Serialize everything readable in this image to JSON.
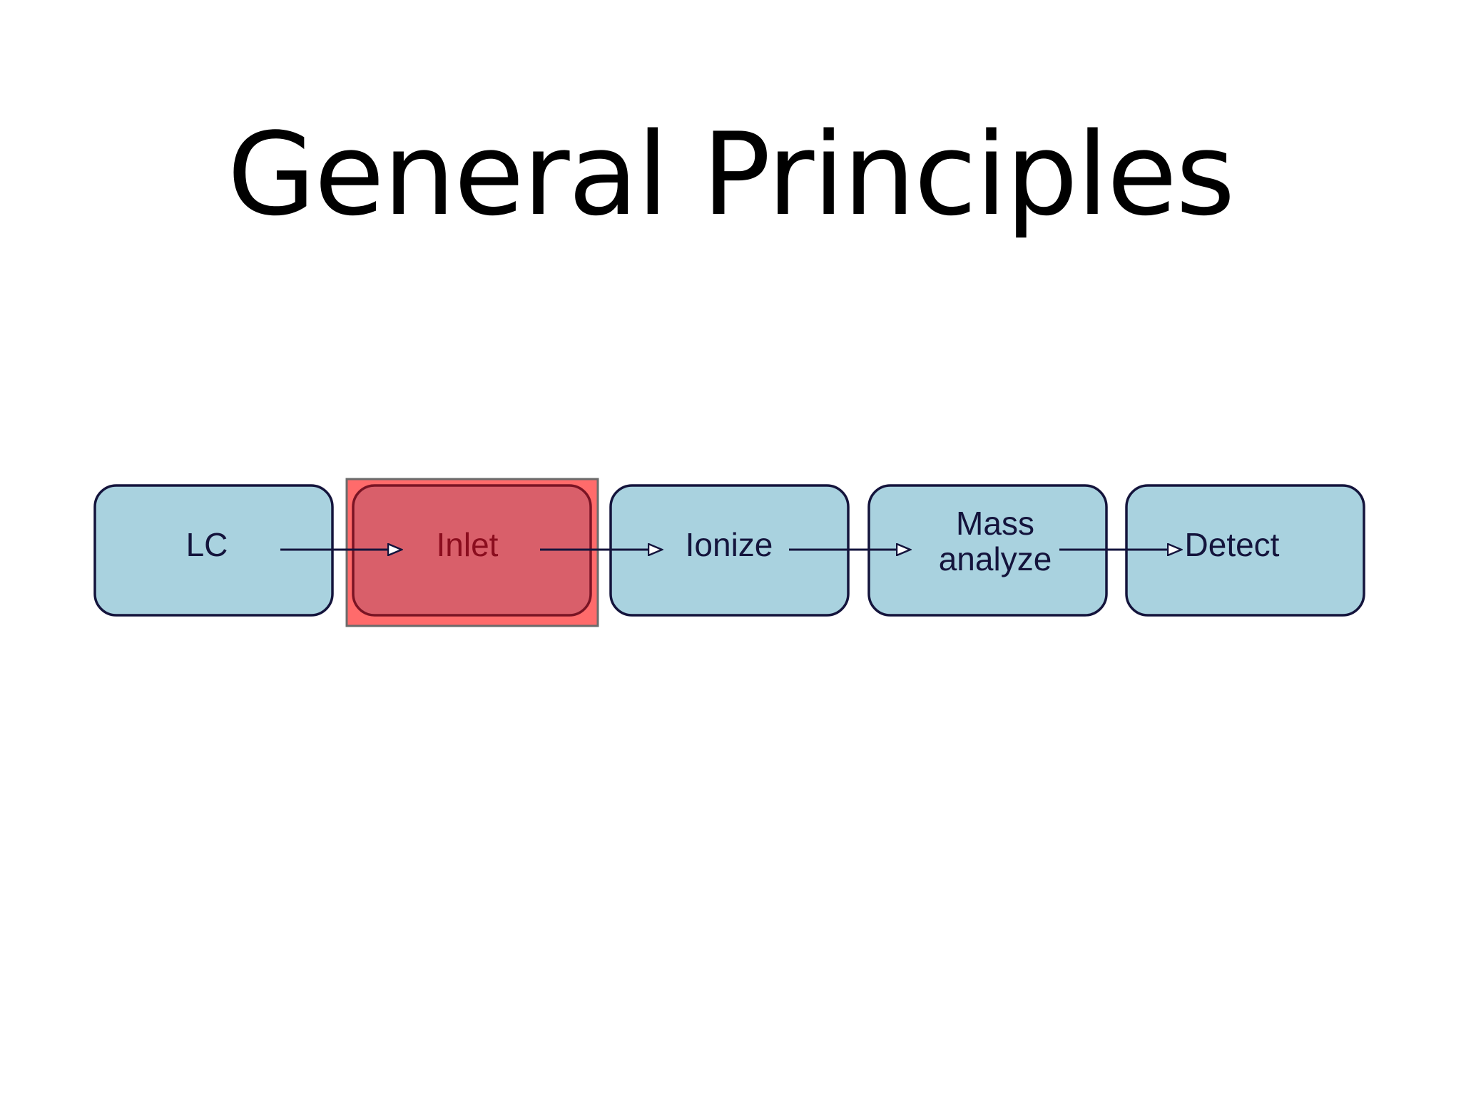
{
  "title": "General Principles",
  "colors": {
    "box_fill": "#a9d2df",
    "box_stroke": "#14143c",
    "text": "#14143c",
    "highlight_fill": "#ff6b6b",
    "highlight_stroke": "#6b6b6b",
    "highlight_text": "#8b0d1e"
  },
  "diagram": {
    "steps": [
      {
        "label_lines": [
          "LC"
        ]
      },
      {
        "label_lines": [
          "Inlet"
        ]
      },
      {
        "label_lines": [
          "Ionize"
        ]
      },
      {
        "label_lines": [
          "Mass",
          "analyze"
        ]
      },
      {
        "label_lines": [
          "Detect"
        ]
      }
    ],
    "highlighted_step": 1
  }
}
